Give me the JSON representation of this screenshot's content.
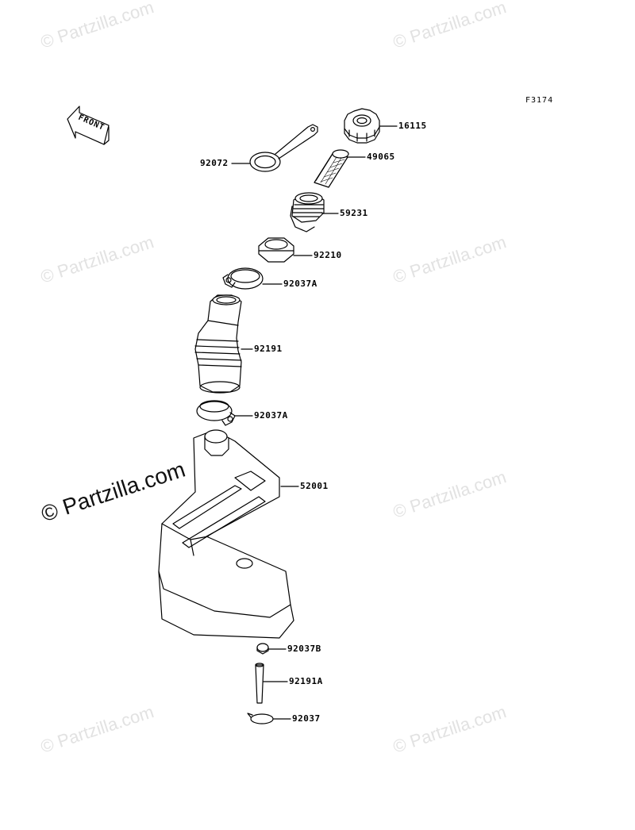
{
  "diagram_code": "F3174",
  "front_label": "FRONT",
  "watermark": "© Partzilla.com",
  "parts": [
    {
      "id": "part-16115",
      "number": "16115"
    },
    {
      "id": "part-92072",
      "number": "92072"
    },
    {
      "id": "part-49065",
      "number": "49065"
    },
    {
      "id": "part-59231",
      "number": "59231"
    },
    {
      "id": "part-92210",
      "number": "92210"
    },
    {
      "id": "part-92037a-upper",
      "number": "92037A"
    },
    {
      "id": "part-92191",
      "number": "92191"
    },
    {
      "id": "part-92037a-lower",
      "number": "92037A"
    },
    {
      "id": "part-52001",
      "number": "52001"
    },
    {
      "id": "part-92037b",
      "number": "92037B"
    },
    {
      "id": "part-92191a",
      "number": "92191A"
    },
    {
      "id": "part-92037",
      "number": "92037"
    }
  ]
}
